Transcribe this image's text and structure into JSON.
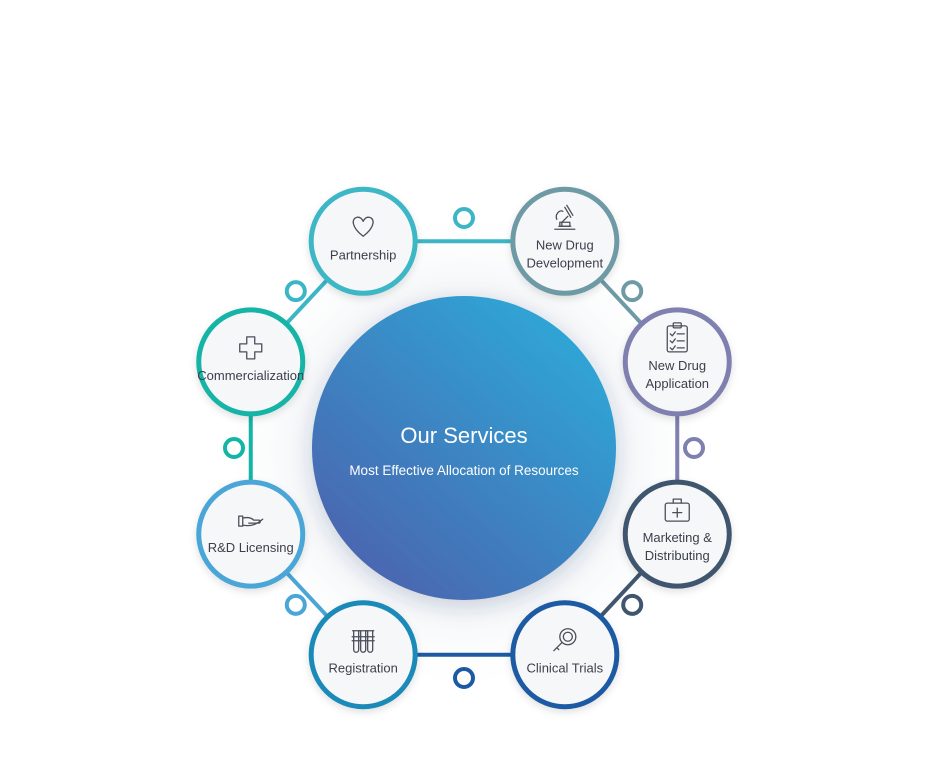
{
  "center": {
    "title": "Our Services",
    "subtitle": "Most Effective Allocation of Resources",
    "gradient_start": "#2ea6d6",
    "gradient_end": "#4a66b0"
  },
  "services": [
    {
      "id": "partnership",
      "lines": [
        "Partnership"
      ],
      "icon": "heart-icon",
      "color": "#3cb6c6"
    },
    {
      "id": "new-drug-development",
      "lines": [
        "New Drug",
        "Development"
      ],
      "icon": "microscope-icon",
      "color": "#6e9aa6"
    },
    {
      "id": "new-drug-application",
      "lines": [
        "New Drug",
        "Application"
      ],
      "icon": "clipboard-checklist-icon",
      "color": "#7f7fb0"
    },
    {
      "id": "marketing-distributing",
      "lines": [
        "Marketing &",
        "Distributing"
      ],
      "icon": "medical-kit-icon",
      "color": "#3f566e"
    },
    {
      "id": "clinical-trials",
      "lines": [
        "Clinical Trials"
      ],
      "icon": "magnifier-icon",
      "color": "#1e5aa4"
    },
    {
      "id": "registration",
      "lines": [
        "Registration"
      ],
      "icon": "test-tubes-icon",
      "color": "#1a8ab8"
    },
    {
      "id": "rd-licensing",
      "lines": [
        "R&D Licensing"
      ],
      "icon": "hand-icon",
      "color": "#4aa6d6"
    },
    {
      "id": "commercialization",
      "lines": [
        "Commercialization"
      ],
      "icon": "medical-cross-icon",
      "color": "#14b4a6"
    }
  ],
  "connectors": [
    {
      "between": [
        "partnership",
        "new-drug-development"
      ],
      "color": "#3cb6c6"
    },
    {
      "between": [
        "new-drug-development",
        "new-drug-application"
      ],
      "color": "#6e9aa6"
    },
    {
      "between": [
        "new-drug-application",
        "marketing-distributing"
      ],
      "color": "#7f7fb0"
    },
    {
      "between": [
        "marketing-distributing",
        "clinical-trials"
      ],
      "color": "#3f566e"
    },
    {
      "between": [
        "clinical-trials",
        "registration"
      ],
      "color": "#1e5aa4"
    },
    {
      "between": [
        "registration",
        "rd-licensing"
      ],
      "color": "#4aa6d6"
    },
    {
      "between": [
        "rd-licensing",
        "commercialization"
      ],
      "color": "#14b4a6"
    },
    {
      "between": [
        "commercialization",
        "partnership"
      ],
      "color": "#3cb6c6"
    }
  ]
}
